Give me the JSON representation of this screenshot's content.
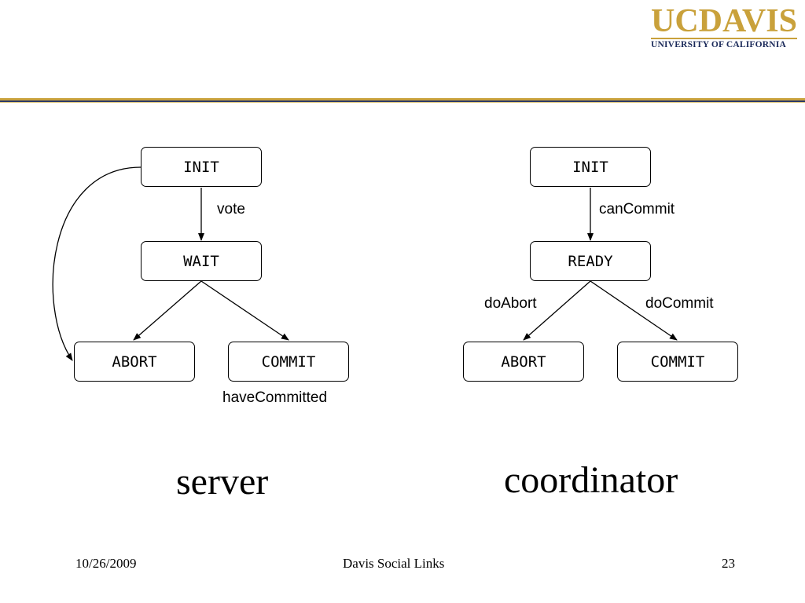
{
  "header": {
    "logo": {
      "uc": "UC",
      "davis": "DAVIS",
      "subtitle": "UNIVERSITY OF CALIFORNIA"
    }
  },
  "server": {
    "states": {
      "init": "INIT",
      "wait": "WAIT",
      "abort": "ABORT",
      "commit": "COMMIT"
    },
    "labels": {
      "vote": "vote",
      "have_committed": "haveCommitted"
    },
    "caption": "server"
  },
  "coordinator": {
    "states": {
      "init": "INIT",
      "ready": "READY",
      "abort": "ABORT",
      "commit": "COMMIT"
    },
    "labels": {
      "can_commit": "canCommit",
      "do_abort": "doAbort",
      "do_commit": "doCommit"
    },
    "caption": "coordinator"
  },
  "footer": {
    "date": "10/26/2009",
    "title": "Davis Social Links",
    "page": "23"
  }
}
